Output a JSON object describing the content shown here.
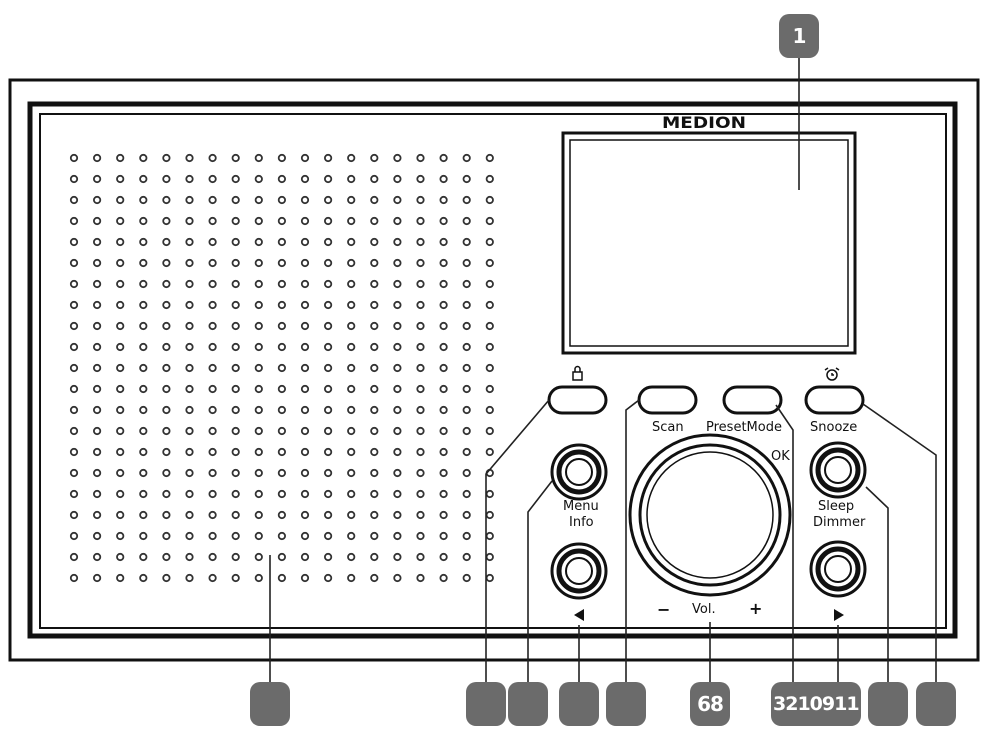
{
  "brand": "MEDION",
  "callouts": {
    "display": "1",
    "vol_knob": "68",
    "ok_knob": "3210911"
  },
  "buttons": {
    "scan": "Scan",
    "preset_mode": "PresetMode",
    "snooze": "Snooze",
    "ok": "OK",
    "menu": "Menu",
    "info": "Info",
    "sleep": "Sleep",
    "dimmer": "Dimmer",
    "vol": "Vol.",
    "vol_minus": "−",
    "vol_plus": "+"
  },
  "icons": {
    "power": "power-lock-icon",
    "alarm": "alarm-clock-icon",
    "prev": "left-arrow-icon",
    "next": "right-arrow-icon"
  },
  "colors": {
    "outline": "#111111",
    "badge": "#6b6b6b",
    "grill_dot": "#333333"
  }
}
